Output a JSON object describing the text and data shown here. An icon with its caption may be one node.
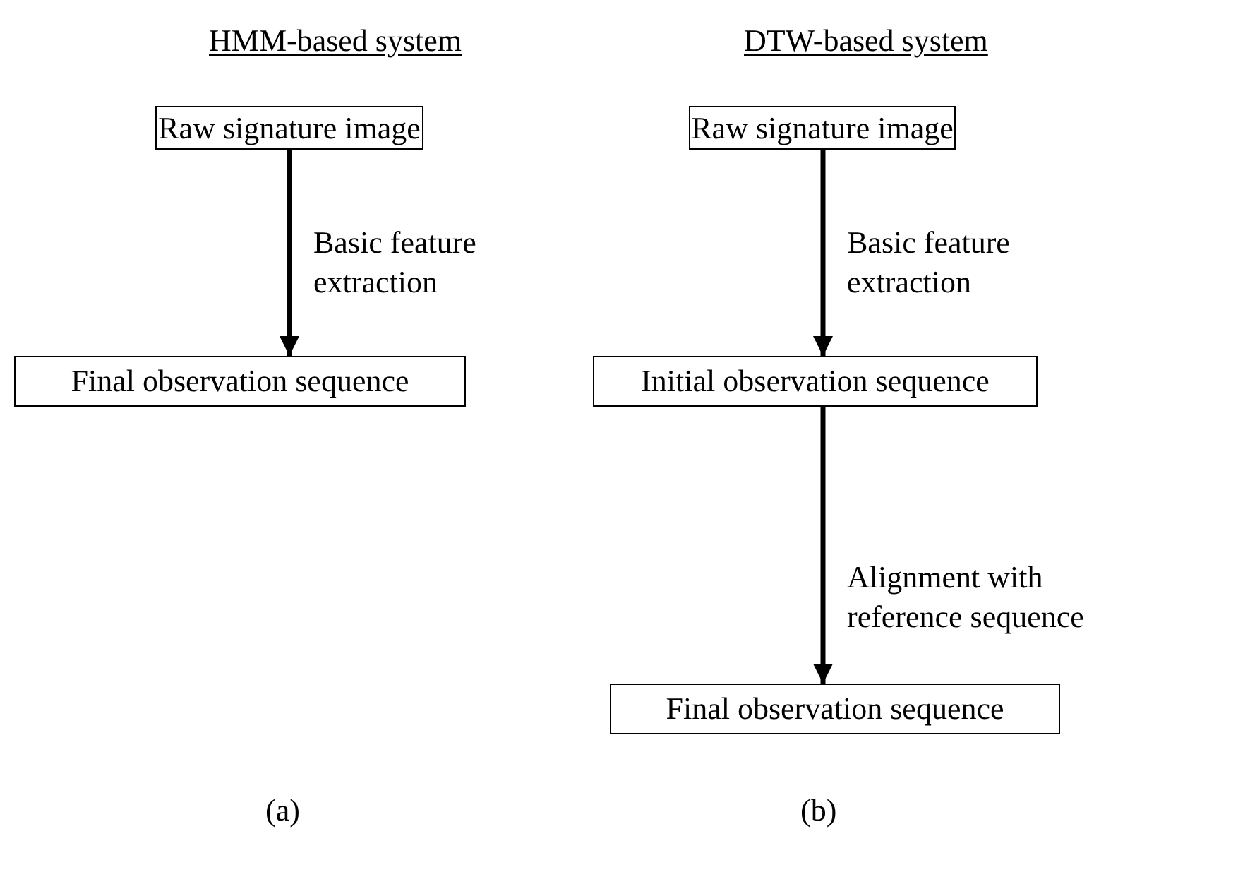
{
  "diagram": {
    "nodes": [
      {
        "text": [
          "Raw signature image"
        ]
      },
      {
        "text": [
          "Final observation sequence"
        ]
      },
      {
        "text": [
          "Raw signature image"
        ]
      },
      {
        "text": [
          "Initial observation sequence"
        ]
      },
      {
        "text": [
          "Final observation sequence"
        ]
      }
    ],
    "edges": [
      {
        "from": 0,
        "to": 1,
        "arrow": "to",
        "label": "Basic feature extraction"
      },
      {
        "from": 2,
        "to": 3,
        "arrow": "to",
        "label": "Basic feature extraction"
      },
      {
        "from": 3,
        "to": 4,
        "arrow": "to",
        "label": "Alignment with reference sequence"
      }
    ],
    "labels": [
      "HMM-based system",
      "DTW-based system",
      "(a)",
      "(b)"
    ]
  }
}
